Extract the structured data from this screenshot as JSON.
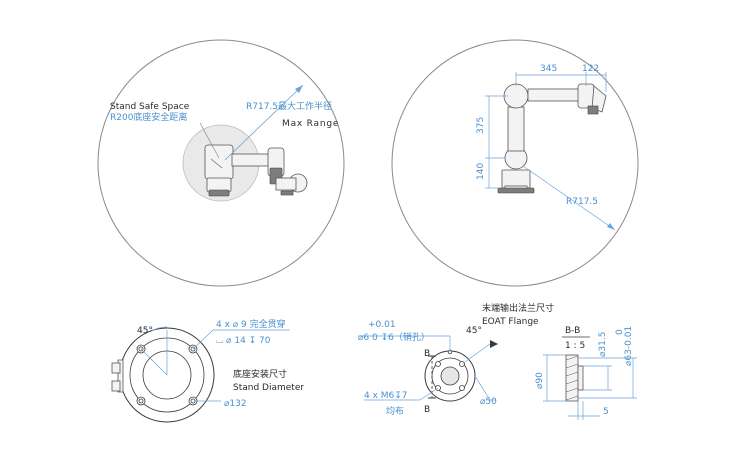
{
  "top_left": {
    "safe_space_en": "Stand Safe Space",
    "safe_space_cn": "R200底座安全距离",
    "range_cn": "R717.5最大工作半径",
    "range_en": "Max Range"
  },
  "top_right": {
    "dim_345": "345",
    "dim_122": "122",
    "dim_375": "375",
    "dim_140": "140",
    "radius": "R717.5"
  },
  "bottom_left": {
    "angle": "45°",
    "holes": "4 x ⌀ 9 完全贯穿",
    "counterbore": "⌴ ⌀ 14 ↧ 70",
    "diameter_cn": "底座安装尺寸",
    "diameter_en": "Stand Diameter",
    "diameter_val": "⌀132"
  },
  "bottom_mid": {
    "tol": "+0.01",
    "pin": "⌀6  0  ↧6（销孔）",
    "title_cn": "末端输出法兰尺寸",
    "title_en": "EOAT Flange",
    "angle": "45°",
    "section_b1": "B",
    "section_b2": "B",
    "thread": "4 x M6↧7",
    "thread_sub": "均布",
    "dia50": "⌀50"
  },
  "bottom_right": {
    "section": "B-B",
    "scale": "1 : 5",
    "d315": "⌀31.5",
    "tol0": "0",
    "d63": "⌀63-0.01",
    "d90": "⌀90",
    "dim5": "5"
  }
}
